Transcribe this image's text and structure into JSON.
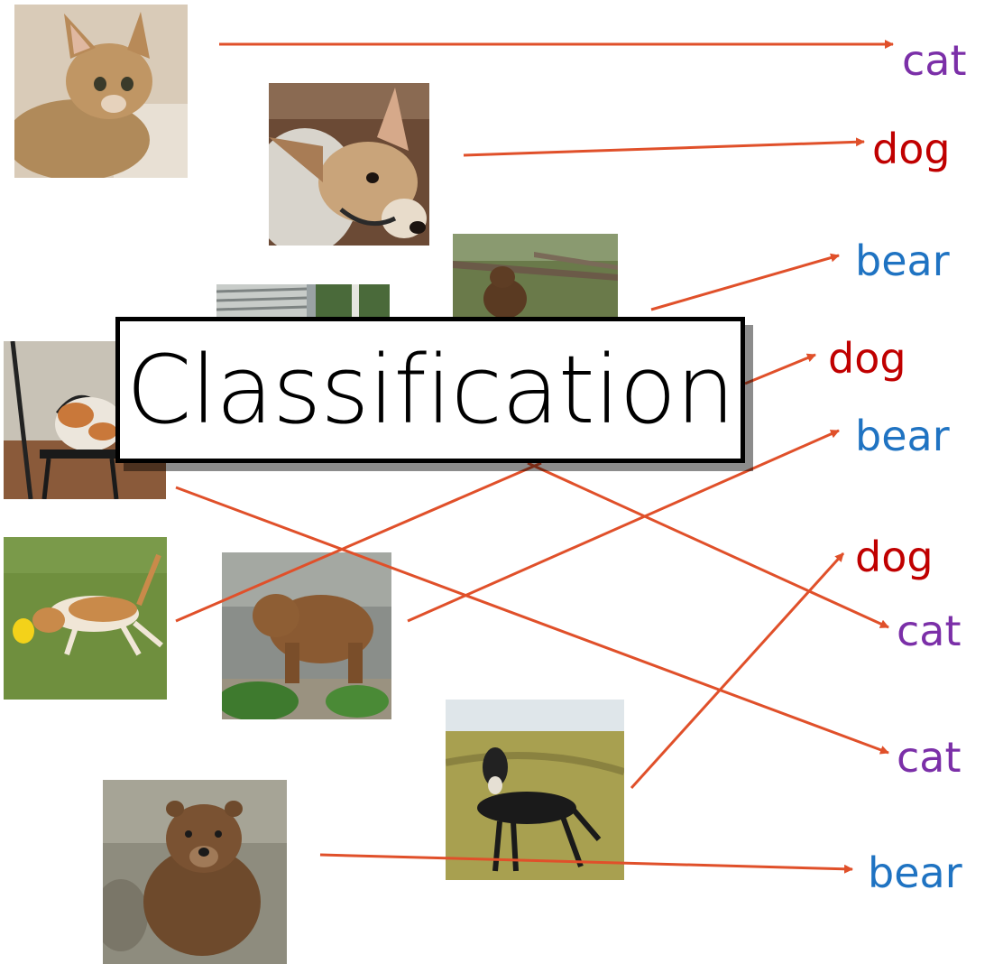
{
  "title": "Classification",
  "colors": {
    "arrow": "#e0502a",
    "cat": "#7b2fa8",
    "dog": "#c00000",
    "bear": "#1f73c2"
  },
  "labels": [
    {
      "text": "cat",
      "class": "cat"
    },
    {
      "text": "dog",
      "class": "dog"
    },
    {
      "text": "bear",
      "class": "bear"
    },
    {
      "text": "dog",
      "class": "dog"
    },
    {
      "text": "bear",
      "class": "bear"
    },
    {
      "text": "dog",
      "class": "dog"
    },
    {
      "text": "cat",
      "class": "cat"
    },
    {
      "text": "cat",
      "class": "cat"
    },
    {
      "text": "bear",
      "class": "bear"
    }
  ],
  "images": [
    {
      "subject": "abyssinian-cat"
    },
    {
      "subject": "whippet-dog-in-sweater"
    },
    {
      "subject": "brown-bear-in-woods"
    },
    {
      "subject": "window-scene"
    },
    {
      "subject": "cat-on-chair"
    },
    {
      "subject": "dog-with-frisbee"
    },
    {
      "subject": "brown-bear-by-rocks"
    },
    {
      "subject": "greyhound-in-grass"
    },
    {
      "subject": "brown-bear-sitting"
    }
  ]
}
